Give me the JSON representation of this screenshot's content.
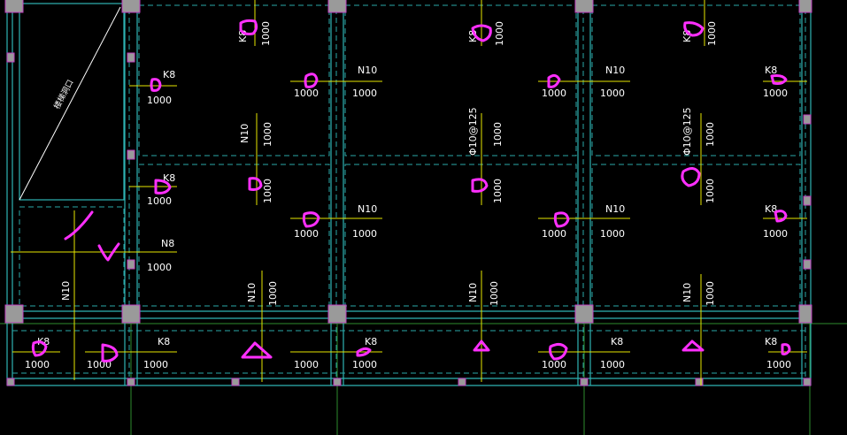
{
  "drawing": {
    "colors": {
      "background": "#000000",
      "grid": "#2fb3b3",
      "dashed_beam": "#2aa7a7",
      "column_fill": "#9a9a9a",
      "column_edge": "#c040c0",
      "rebar": "#e6e600",
      "label": "#ffffff",
      "axis_green": "#2e8b2e",
      "markup": "#ff2fff"
    },
    "stair_label": "楼梯洞口",
    "labels": {
      "k8": "K8",
      "n10": "N10",
      "n8": "N8",
      "len_1000": "1000",
      "spacing_phi10_125": "Φ10@125"
    }
  }
}
